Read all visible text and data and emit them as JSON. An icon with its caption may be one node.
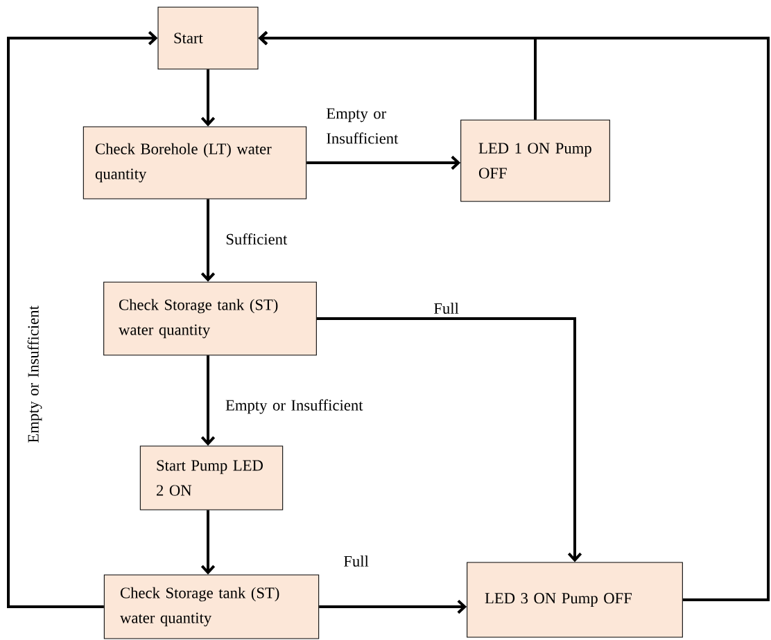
{
  "diagram": {
    "nodes": [
      {
        "text": [
          "Start"
        ]
      },
      {
        "text": [
          "Check Borehole (LT) water quantity"
        ]
      },
      {
        "text": [
          "LED 1 ON Pump OFF"
        ]
      },
      {
        "text": [
          "Check Storage tank (ST) water quantity"
        ]
      },
      {
        "text": [
          "Start Pump LED 2 ON"
        ]
      },
      {
        "text": [
          "Check Storage tank (ST) water quantity"
        ]
      },
      {
        "text": [
          "LED 3 ON Pump OFF"
        ]
      }
    ],
    "edges": [
      {
        "from": 0,
        "to": 1,
        "arrow": "to"
      },
      {
        "from": 1,
        "to": 2,
        "arrow": "to",
        "label": "Empty or Insufficient"
      },
      {
        "from": 1,
        "to": 3,
        "arrow": "to",
        "label": "Sufficient"
      },
      {
        "from": 3,
        "to": 6,
        "arrow": "to",
        "label": "Full"
      },
      {
        "from": 3,
        "to": 4,
        "arrow": "to",
        "label": "Empty or Insufficient"
      },
      {
        "from": 4,
        "to": 5,
        "arrow": "to"
      },
      {
        "from": 5,
        "to": 6,
        "arrow": "to",
        "label": "Full"
      },
      {
        "from": 5,
        "to": 0,
        "arrow": "to",
        "label": "Empty or Insufficient"
      },
      {
        "from": 2,
        "to": 0,
        "arrow": "to"
      },
      {
        "from": 6,
        "to": 0,
        "arrow": "to"
      }
    ]
  }
}
